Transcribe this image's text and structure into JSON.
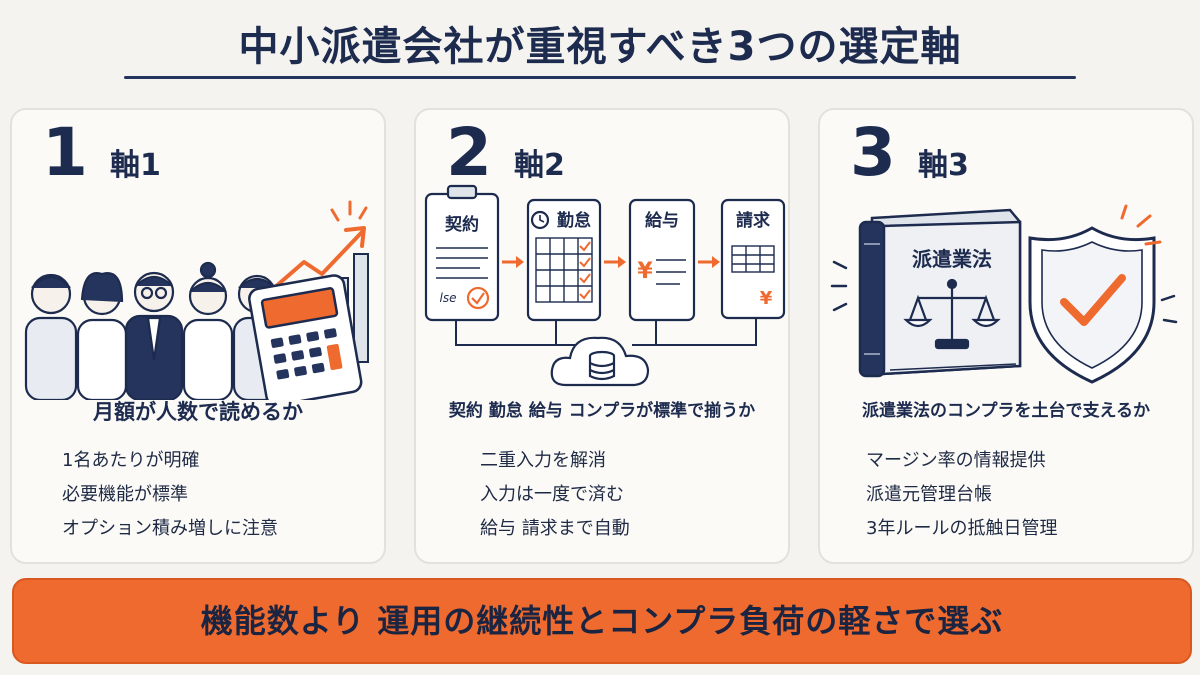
{
  "title": "中小派遣会社が重視すべき3つの選定軸",
  "colors": {
    "navy": "#1d2b4f",
    "accent": "#ef6a2e",
    "panel": "#fbfaf7",
    "background": "#f4f3ef"
  },
  "panels": [
    {
      "number": "1",
      "label": "軸1",
      "heading": "月額が人数で読めるか",
      "bullets": [
        "1名あたりが明確",
        "必要機能が標準",
        "オプション積み増しに注意"
      ],
      "illustration": [
        "people-icon",
        "calculator-icon",
        "trend-arrow-icon",
        "bar-chart-icon"
      ]
    },
    {
      "number": "2",
      "label": "軸2",
      "heading": "契約 勤怠 給与 コンプラが標準で揃うか",
      "bullets": [
        "二重入力を解消",
        "入力は一度で済む",
        "給与 請求まで自動"
      ],
      "flow": [
        {
          "label": "契約",
          "icon": "contract-icon"
        },
        {
          "label": "勤怠",
          "icon": "attendance-icon"
        },
        {
          "label": "給与",
          "icon": "payroll-icon"
        },
        {
          "label": "請求",
          "icon": "invoice-icon"
        }
      ],
      "flow_symbols": {
        "yen": "¥",
        "signature": "lse"
      },
      "illustration": [
        "cloud-database-icon"
      ]
    },
    {
      "number": "3",
      "label": "軸3",
      "heading": "派遣業法のコンプラを土台で支えるか",
      "bullets": [
        "マージン率の情報提供",
        "派遣元管理台帳",
        "3年ルールの抵触日管理"
      ],
      "book_title": "派遣業法",
      "illustration": [
        "law-book-icon",
        "scales-icon",
        "shield-check-icon"
      ]
    }
  ],
  "banner": "機能数より 運用の継続性とコンプラ負荷の軽さで選ぶ"
}
